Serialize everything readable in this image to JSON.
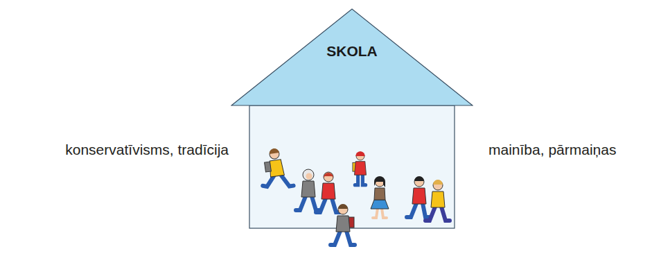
{
  "diagram": {
    "nodes": [
      {
        "text": [
          "SKOLA"
        ]
      }
    ],
    "labels": [
      "konservatīvisms, tradīcija",
      "mainība, pārmaiņas"
    ]
  }
}
